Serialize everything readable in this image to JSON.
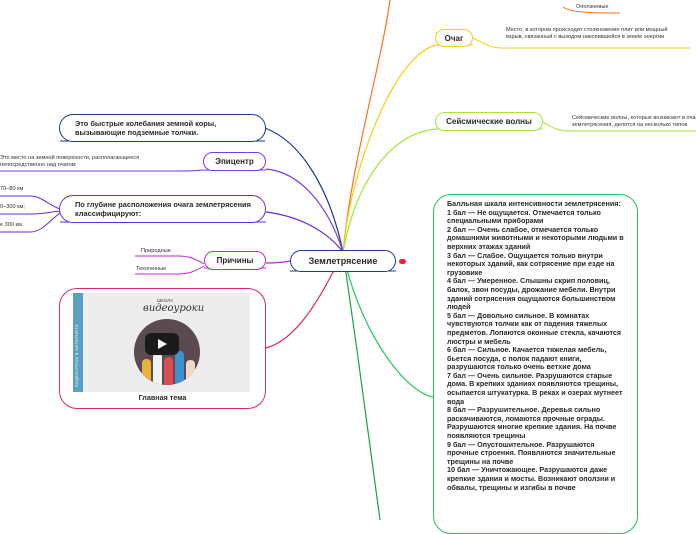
{
  "center": {
    "label": "Землетрясение"
  },
  "branches": {
    "definition": {
      "text": "Это быстрые колебания земной коры, вызывающие подземные толчки."
    },
    "epicenter": {
      "label": "Эпицентр",
      "description": "Это место на земной поверхности, располагающееся непосредственно над очагом"
    },
    "depth": {
      "text": "По глубине расположения очага землетрясения классифицируют:",
      "items": [
        "70–80 км",
        "0–300 км;",
        "е 300 км."
      ]
    },
    "causes": {
      "label": "Причины",
      "items": [
        "Природные",
        "Техогенные"
      ]
    },
    "video": {
      "caption": "Главная тема",
      "strip_text": "ВИДЕОУРОКИ В ИНТЕРНЕТЕ",
      "brand_small": "ШКОЛА",
      "brand_title": "видеоуроки"
    },
    "focus": {
      "label": "Очаг",
      "description": "Место, в котором происходит столкновение плит или мощный взрыв, связанный с выходом накопившейся в земле энергии"
    },
    "waves": {
      "label": "Сейсмические волны",
      "description": "Сейсмические волны, которые возникают в очаге землетрясения, делятся на несколько типов"
    },
    "top_item": {
      "label": "Оползневые"
    },
    "scale": {
      "lines": [
        "Балльная шкала интенсивности землетрясения:",
        "1 бал — Не ощущается. Отмечается только специальными приборами",
        "2 бал — Очень слабое, отмечается только домашними животными и некоторыми людьми в верхних этажах зданий",
        "3 бал — Слабое. Ощущается только внутри некоторых зданий, как сотрясение при езде на грузовике",
        "4 бал — Умеренное. Слышны скрип половиц, балок, звон посуды, дрожание мебели. Внутри зданий сотрясения ощущаются большинством людей",
        "5 бал — Довольно сильное. В комнатах чувствуются толчки как от падения тяжелых предметов. Лопаются оконные стекла, качаются люстры и мебель",
        "6 бал — Сильное. Качается тяжелая мебель, бьется посуда, с полок падают книги, разрушаются только очень ветхие дома",
        "7 бал — Очень сильное. Разрушаются старые дома. В крепких зданиях появляются трещины, осыпается штукатурка. В реках и озерах мутнеет вода",
        "8 бал — Разрушительное. Деревья сильно раскачиваются, ломаются прочные ограды. Разрушаются многие крепкие здания. На почве появляются трещины",
        "9 бал — Опустошительное. Разрушаются прочные строения. Появляются значительные трещины на почве",
        "10 бал — Уничтожающее. Разрушаются даже крепкие здания и мосты. Возникают оползни и обвалы, трещины и изгибы в почве"
      ]
    }
  },
  "colors": {
    "definition": "#1e3a8a",
    "epicenter": "#7c3aed",
    "depth": "#6d28d9",
    "causes": "#c026d3",
    "video": "#db2777",
    "focus": "#facc15",
    "waves": "#a3e635",
    "scale": "#22c55e",
    "top": "#f97316",
    "bottom": "#16a34a",
    "marker": "#ff1744"
  }
}
